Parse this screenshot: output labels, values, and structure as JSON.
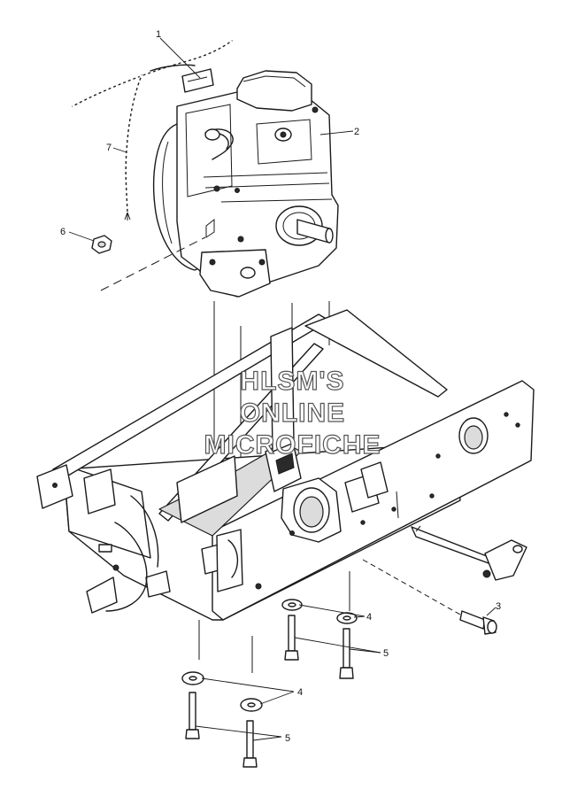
{
  "callouts": {
    "c1": "1",
    "c2": "2",
    "c3": "3",
    "c4a": "4",
    "c4b": "4",
    "c5a": "5",
    "c5b": "5",
    "c6": "6",
    "c7": "7"
  },
  "watermark": {
    "line1": "HLSM'S",
    "line2": "ONLINE",
    "line3": "MICROFICHE"
  },
  "colors": {
    "line": "#1a1a1a",
    "background": "#ffffff",
    "watermark_outline": "#555555"
  }
}
